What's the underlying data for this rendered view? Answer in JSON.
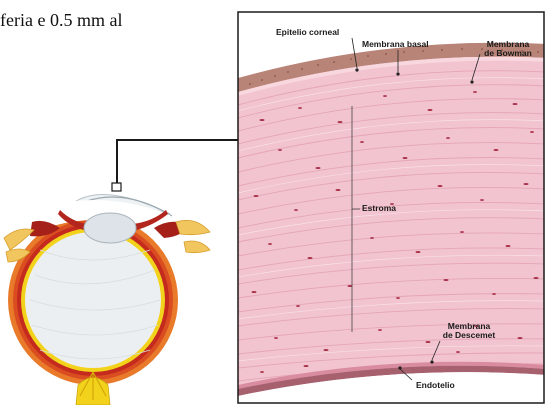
{
  "caption": "feria e 0.5 mm al",
  "labels": {
    "epitelio_corneal": "Epitelio corneal",
    "membrana_basal": "Membrana basal",
    "membrana_bowman_1": "Membrana",
    "membrana_bowman_2": "de Bowman",
    "estroma": "Estroma",
    "membrana_descemet_1": "Membrana",
    "membrana_descemet_2": "de Descemet",
    "endotelio": "Endotelio"
  },
  "colors": {
    "stroma": "#f1c4cf",
    "stroma_lines": "#e49fb1",
    "epithelium": "#b98478",
    "keratocyte": "#a8324a",
    "sclera_outer": "#e87a2a",
    "choroid": "#c42a1e",
    "retina": "#f2d21a",
    "lens": "#dde3e8",
    "frame": "#1a1a1a"
  }
}
